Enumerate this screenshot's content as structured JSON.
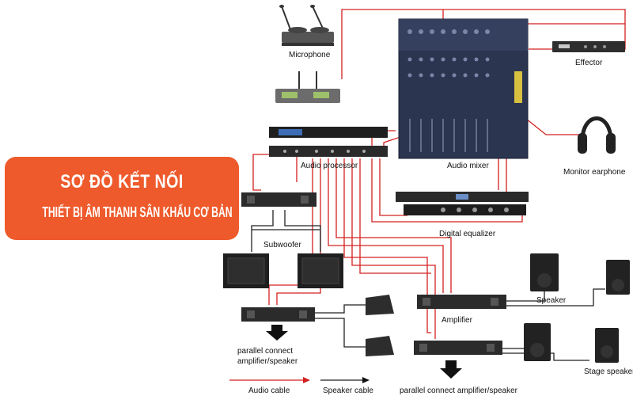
{
  "banner": {
    "title": "SƠ ĐỒ KẾT NỐI",
    "subtitle": "THIẾT BỊ ÂM THANH SÂN KHẤU CƠ BẢN"
  },
  "labels": {
    "microphone": "Microphone",
    "audio_mixer": "Audio mixer",
    "effector": "Effector",
    "monitor_earphone": "Monitor earphone",
    "audio_processor": "Audio processor",
    "digital_equalizer": "Digital equalizer",
    "subwoofer": "Subwoofer",
    "amplifier": "Amplifier",
    "speaker": "Speaker",
    "stage_speaker": "Stage speaker",
    "parallel_connect_left_1": "parallel connect",
    "parallel_connect_left_2": "amplifier/speaker",
    "parallel_connect_bottom": "parallel connect amplifier/speaker"
  },
  "legend": {
    "audio_cable": "Audio cable",
    "speaker_cable": "Speaker cable"
  },
  "colors": {
    "banner": "#ee5a2b",
    "audio_cable": "#d42020",
    "speaker_cable": "#111111",
    "mixer_body": "#2b3550"
  }
}
